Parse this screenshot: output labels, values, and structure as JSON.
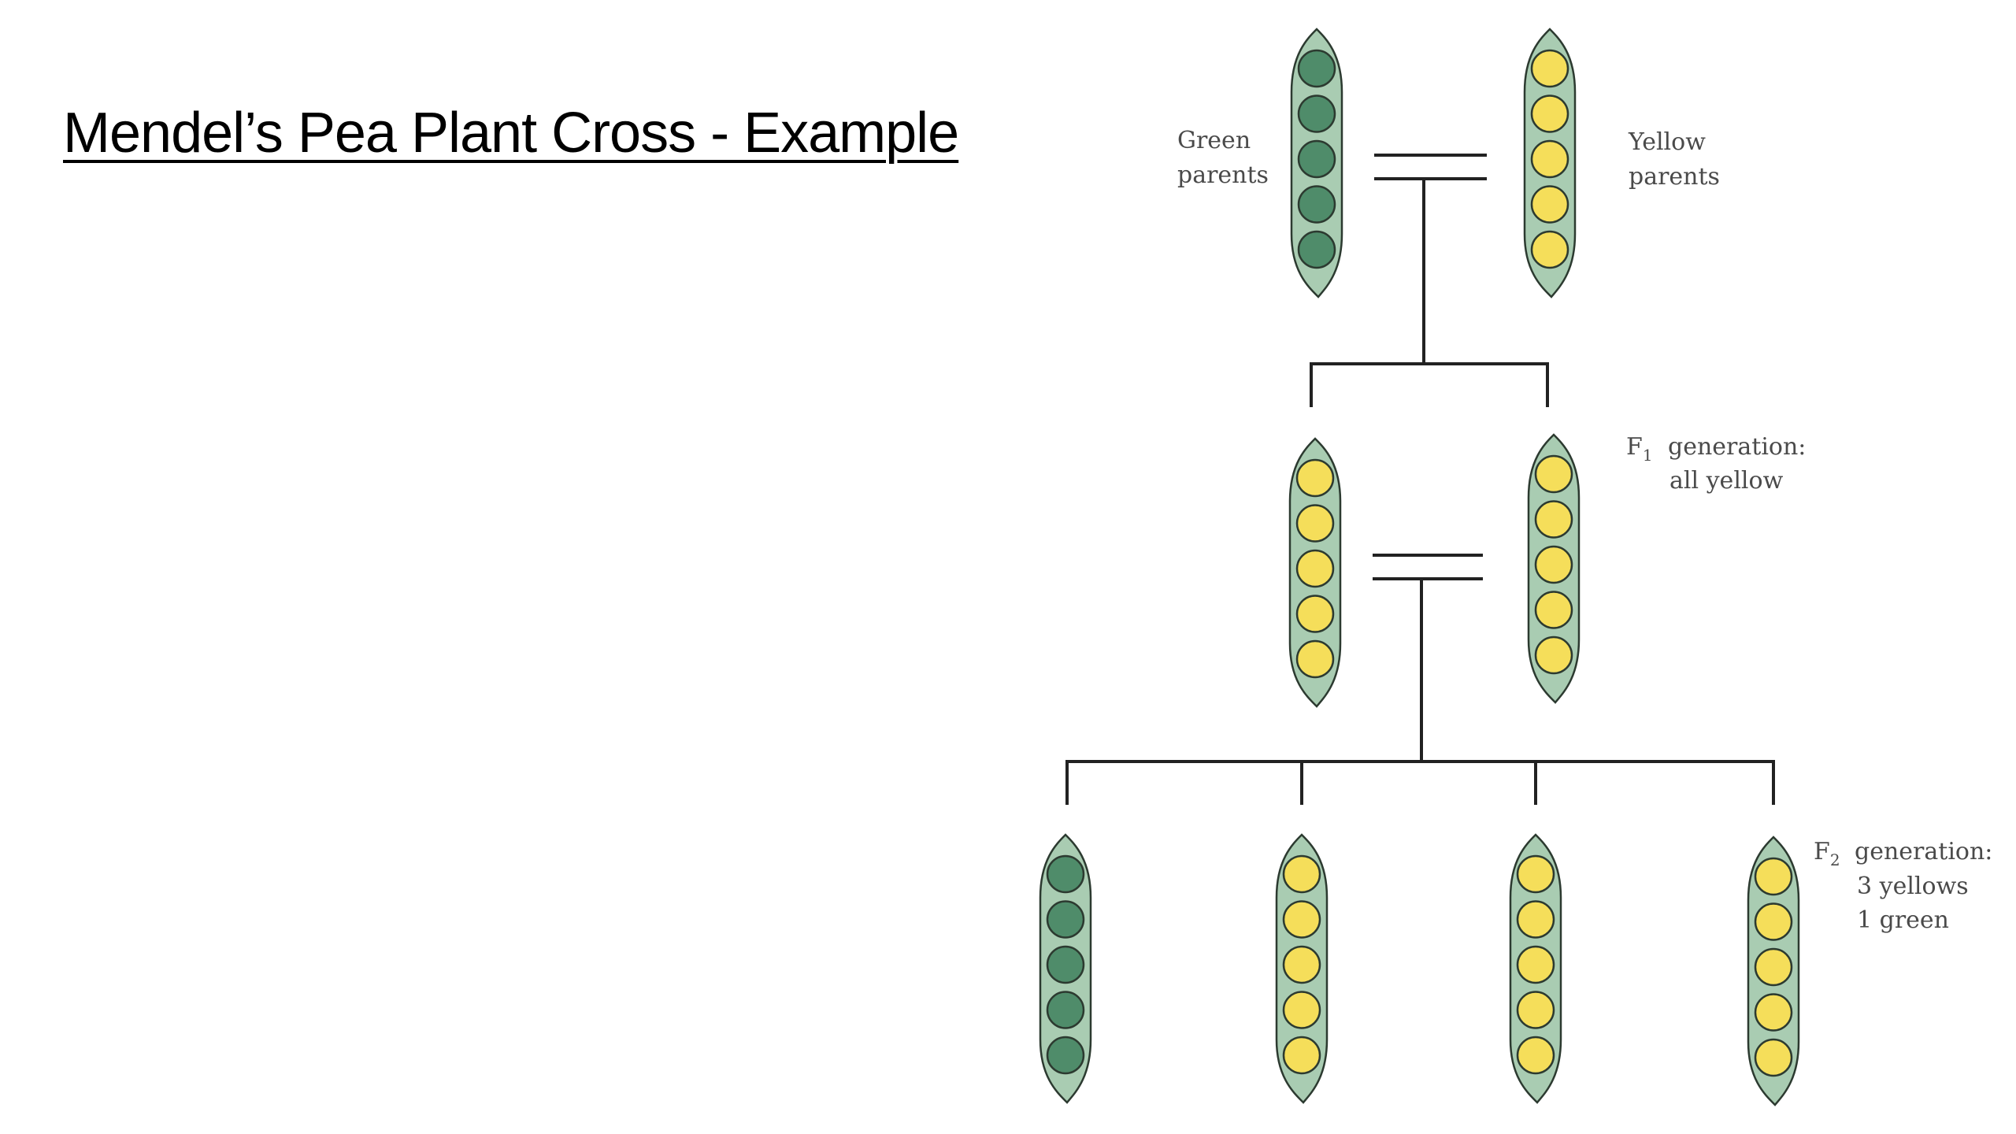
{
  "title": "Mendel’s Pea Plant Cross - Example",
  "colors": {
    "green_pea": "#4f8c6a",
    "yellow_pea": "#f5de5a",
    "pod": "#a9ccb2",
    "line": "#222222"
  },
  "labels": {
    "green_parents": [
      "Green",
      "parents"
    ],
    "yellow_parents": [
      "Yellow",
      "parents"
    ],
    "f1": {
      "F": "F",
      "sub": "1",
      "line1": "generation:",
      "line2": "all  yellow"
    },
    "f2": {
      "F": "F",
      "sub": "2",
      "line1": "generation:",
      "line2": "3  yellows",
      "line3": "1  green"
    }
  },
  "generations": {
    "parents": [
      "green",
      "yellow"
    ],
    "f1": [
      "yellow",
      "yellow"
    ],
    "f2": [
      "green",
      "yellow",
      "yellow",
      "yellow"
    ]
  },
  "peas_per_pod": 5
}
